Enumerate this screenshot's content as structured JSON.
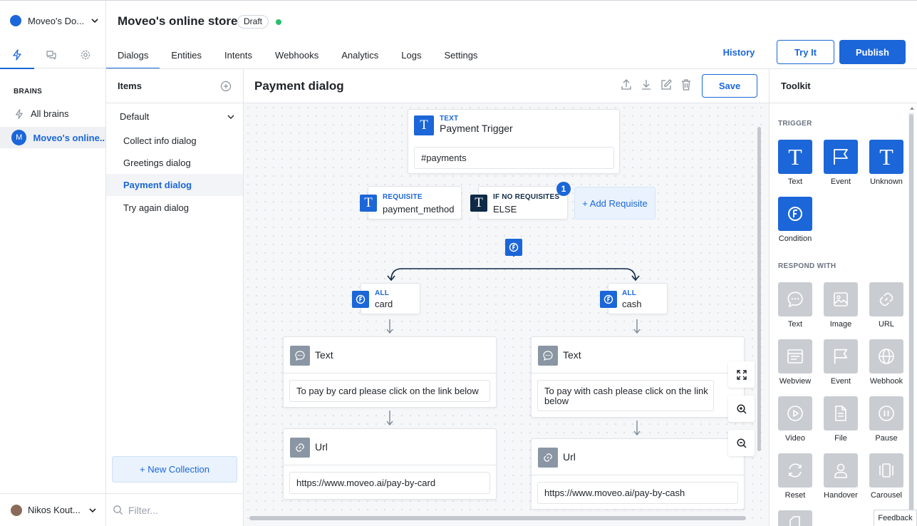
{
  "workspace": {
    "name": "Moveo's Do..."
  },
  "rail": {
    "brains_heading": "BRAINS",
    "all_brains": "All brains",
    "selected_brain": {
      "avatar": "M",
      "name": "Moveo's online..."
    },
    "user": "Nikos Kout..."
  },
  "header": {
    "title": "Moveo's online store",
    "status_badge": "Draft",
    "tabs": [
      "Dialogs",
      "Entities",
      "Intents",
      "Webhooks",
      "Analytics",
      "Logs",
      "Settings"
    ],
    "history": "History",
    "try_it": "Try It",
    "publish": "Publish"
  },
  "items_panel": {
    "heading": "Items",
    "collection": "Default",
    "dialogs": [
      "Collect info dialog",
      "Greetings dialog",
      "Payment dialog",
      "Try again dialog"
    ],
    "active_dialog": "Payment dialog",
    "new_collection": "+ New Collection",
    "filter_placeholder": "Filter..."
  },
  "canvas": {
    "title": "Payment dialog",
    "save": "Save",
    "trigger": {
      "type_label": "TEXT",
      "name": "Payment Trigger",
      "value": "#payments"
    },
    "requisite": {
      "type_label": "REQUISITE",
      "value": "payment_method"
    },
    "else_node": {
      "type_label": "IF NO REQUISITES",
      "value": "ELSE",
      "badge": "1"
    },
    "add_requisite": "+ Add Requisite",
    "branches": [
      {
        "cond_label": "ALL",
        "cond_value": "card",
        "text_title": "Text",
        "text_value": "To pay by card please click on the link below",
        "url_title": "Url",
        "url_value": "https://www.moveo.ai/pay-by-card"
      },
      {
        "cond_label": "ALL",
        "cond_value": "cash",
        "text_title": "Text",
        "text_value": "To pay with cash please click on the link below",
        "url_title": "Url",
        "url_value": "https://www.moveo.ai/pay-by-cash"
      }
    ]
  },
  "toolkit": {
    "heading": "Toolkit",
    "trigger_heading": "TRIGGER",
    "triggers": [
      {
        "label": "Text",
        "icon": "text-t-icon"
      },
      {
        "label": "Event",
        "icon": "flag-icon"
      },
      {
        "label": "Unknown",
        "icon": "text-t-icon"
      },
      {
        "label": "Condition",
        "icon": "condition-icon"
      }
    ],
    "respond_heading": "RESPOND WITH",
    "responses": [
      {
        "label": "Text",
        "icon": "chat-bubble-icon"
      },
      {
        "label": "Image",
        "icon": "image-icon"
      },
      {
        "label": "URL",
        "icon": "link-icon"
      },
      {
        "label": "Webview",
        "icon": "webview-icon"
      },
      {
        "label": "Event",
        "icon": "flag-icon"
      },
      {
        "label": "Webhook",
        "icon": "globe-icon"
      },
      {
        "label": "Video",
        "icon": "play-icon"
      },
      {
        "label": "File",
        "icon": "file-icon"
      },
      {
        "label": "Pause",
        "icon": "pause-icon"
      },
      {
        "label": "Reset",
        "icon": "reset-icon"
      },
      {
        "label": "Handover",
        "icon": "person-icon"
      },
      {
        "label": "Carousel",
        "icon": "carousel-icon"
      }
    ],
    "feedback": "Feedback"
  },
  "colors": {
    "accent": "#1b66d8",
    "navy": "#0e2a47",
    "online": "#2bbd6e"
  }
}
